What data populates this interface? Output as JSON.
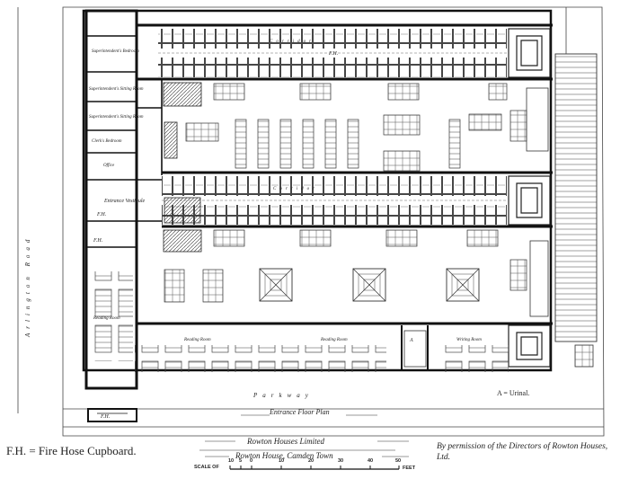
{
  "plan": {
    "title": "Entrance Floor Plan",
    "roads": {
      "left": "Arlington Road",
      "bottom": "Parkway"
    },
    "rooms": {
      "superintendent_bedroom": "Superintendent's Bedroom",
      "superintendent_sitting_1": "Superintendent's Sitting Room",
      "superintendent_sitting_2": "Superintendent's Sitting Room",
      "clerks_bedroom": "Clerk's Bedroom",
      "office": "Office",
      "entrance_vestibule": "Entrance Vestibule",
      "reading_room_west": "Reading Room",
      "reading_room_1": "Reading Room",
      "reading_room_2": "Reading Room",
      "writing_room": "Writing Room"
    },
    "corridor_labels": {
      "upper": "Corridor",
      "middle": "Corridor"
    },
    "markers": {
      "fh_1": "F.H.",
      "fh_2": "F.H.",
      "fh_3": "F.H.",
      "fh_4": "F.H.",
      "a": "A"
    }
  },
  "legend": {
    "fire_hose": "F.H. = Fire Hose Cupboard.",
    "urinal": "A = Urinal."
  },
  "caption": {
    "line1": "Rowton Houses Limited",
    "line2": "Rowton House, Camden Town",
    "permission": "By permission of the Directors of Rowton Houses, Ltd."
  },
  "scale": {
    "label": "SCALE OF",
    "unit": "FEET",
    "ticks": [
      "10",
      "5",
      "0",
      "10",
      "20",
      "30",
      "40",
      "50"
    ]
  }
}
